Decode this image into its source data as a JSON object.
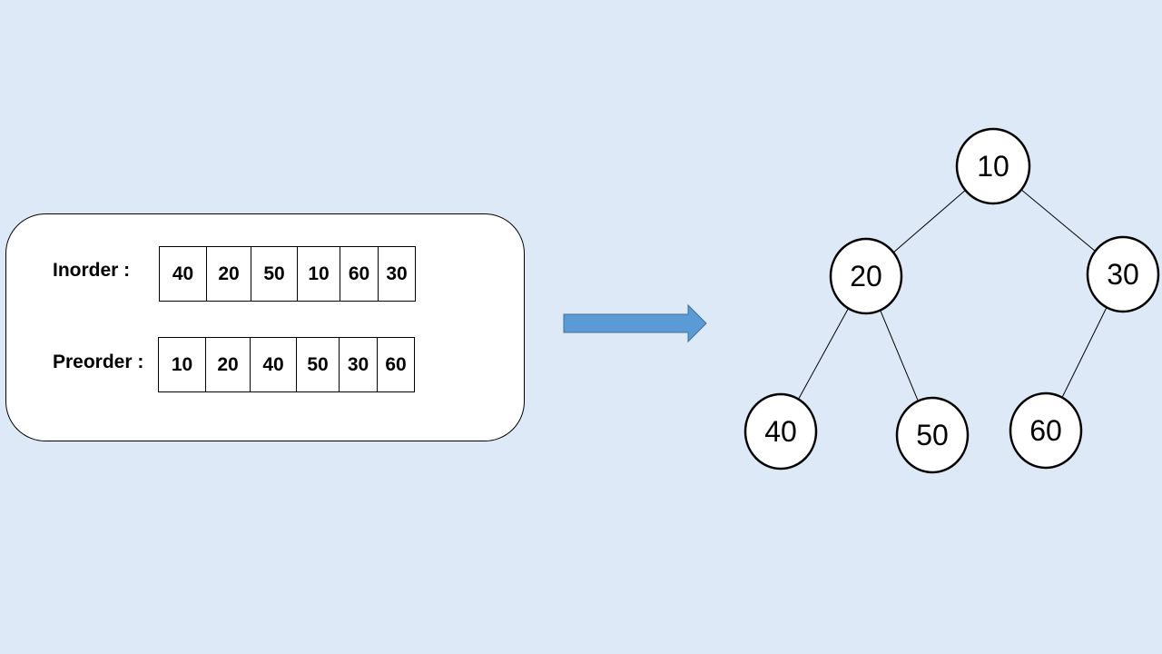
{
  "traversals": {
    "inorder": {
      "label": "Inorder :",
      "values": [
        "40",
        "20",
        "50",
        "10",
        "60",
        "30"
      ]
    },
    "preorder": {
      "label": "Preorder :",
      "values": [
        "10",
        "20",
        "40",
        "50",
        "30",
        "60"
      ]
    }
  },
  "arrow": {
    "color": "#5b9bd5"
  },
  "tree": {
    "nodes": [
      {
        "id": "n10",
        "label": "10"
      },
      {
        "id": "n20",
        "label": "20"
      },
      {
        "id": "n30",
        "label": "30"
      },
      {
        "id": "n40",
        "label": "40"
      },
      {
        "id": "n50",
        "label": "50"
      },
      {
        "id": "n60",
        "label": "60"
      }
    ],
    "edges": [
      {
        "from": "n10",
        "to": "n20"
      },
      {
        "from": "n10",
        "to": "n30"
      },
      {
        "from": "n20",
        "to": "n40"
      },
      {
        "from": "n20",
        "to": "n50"
      },
      {
        "from": "n30",
        "to": "n60"
      }
    ]
  }
}
